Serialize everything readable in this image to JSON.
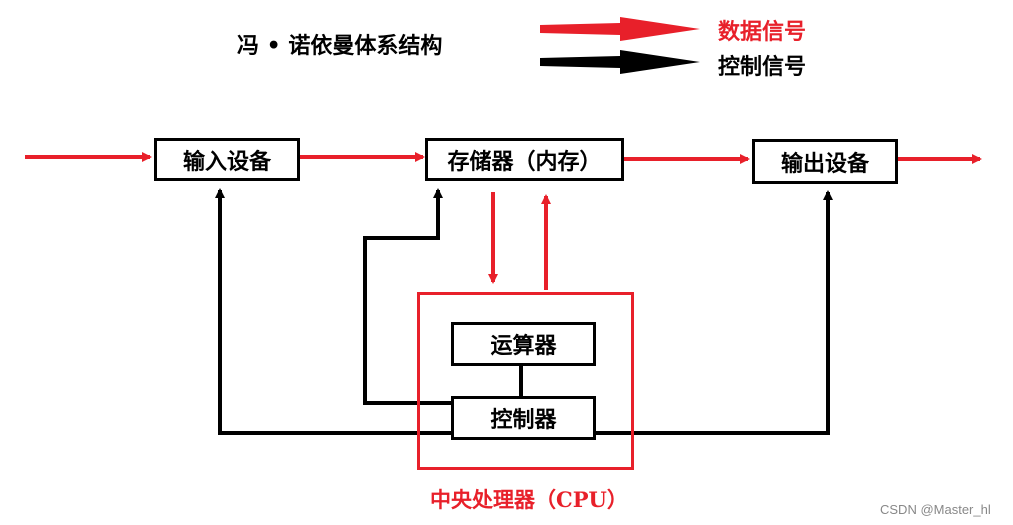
{
  "title": "冯 • 诺依曼体系结构",
  "legend": {
    "data_signal": "数据信号",
    "control_signal": "控制信号"
  },
  "boxes": {
    "input": "输入设备",
    "memory": "存储器（内存）",
    "output": "输出设备",
    "alu": "运算器",
    "control": "控制器"
  },
  "cpu_label": "中央处理器（CPU）",
  "watermark": "CSDN @Master_hl",
  "colors": {
    "data": "#e8202a",
    "control": "#000000"
  }
}
